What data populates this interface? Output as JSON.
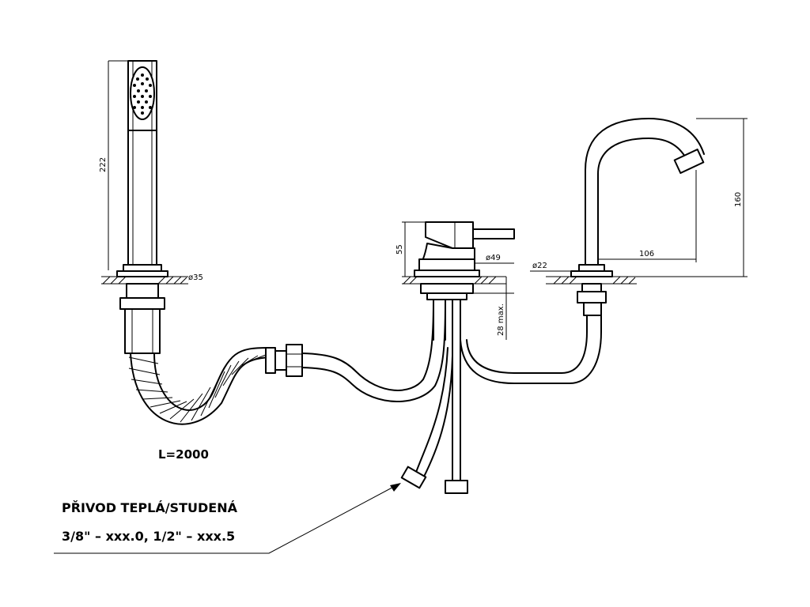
{
  "drawing": {
    "hose_length": "L=2000",
    "note_line1": "PŘIVOD TEPLÁ/STUDENÁ",
    "note_line2": "3/8\" – xxx.0, 1/2\" – xxx.5",
    "dimensions": {
      "shower_height": "222",
      "shower_dia": "ø35",
      "mixer_height": "55",
      "mixer_dia": "ø49",
      "max_thickness": "28 max.",
      "spout_dia": "ø22",
      "spout_reach": "106",
      "spout_height": "160"
    }
  }
}
